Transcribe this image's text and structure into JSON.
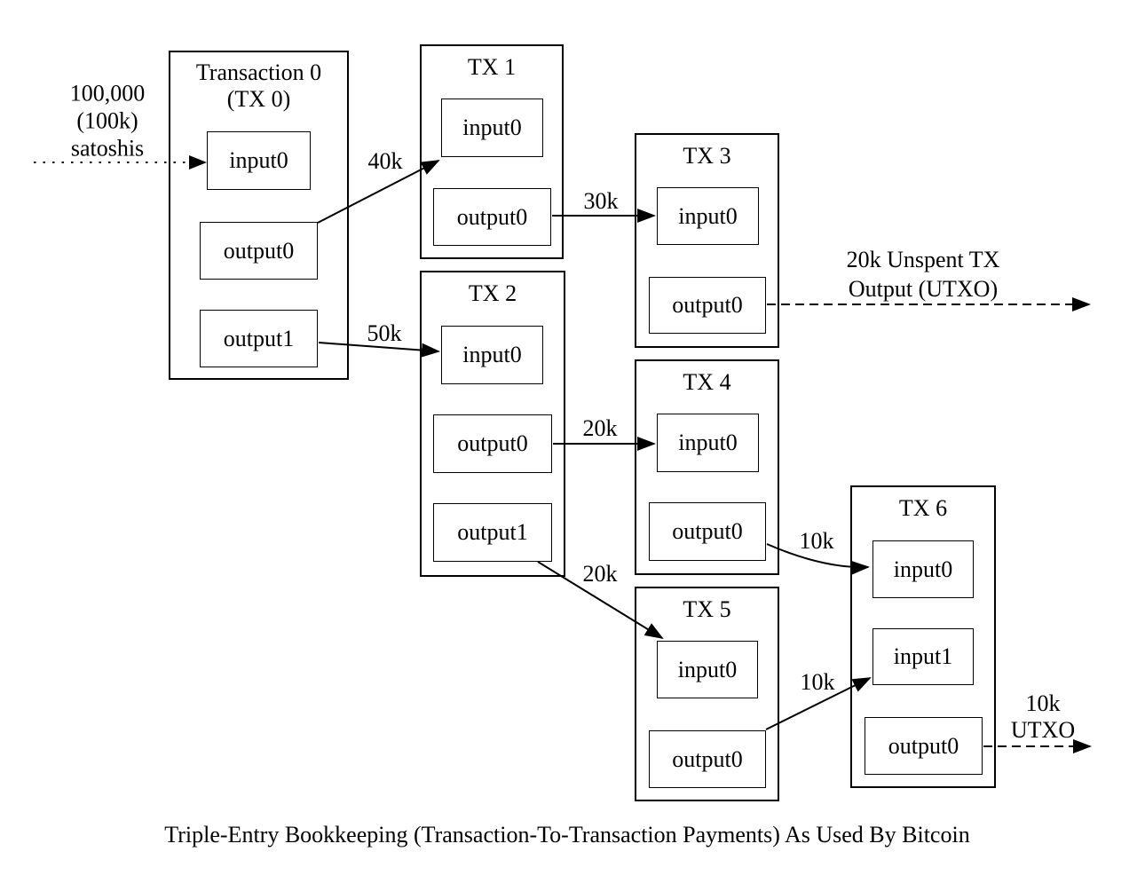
{
  "diagram": {
    "source": {
      "lines": [
        "100,000",
        "(100k)",
        "satoshis"
      ]
    },
    "transactions": [
      {
        "title_lines": [
          "Transaction 0",
          "(TX 0)"
        ],
        "ports": [
          "input0",
          "output0",
          "output1"
        ]
      },
      {
        "title_lines": [
          "TX 1"
        ],
        "ports": [
          "input0",
          "output0"
        ]
      },
      {
        "title_lines": [
          "TX 2"
        ],
        "ports": [
          "input0",
          "output0",
          "output1"
        ]
      },
      {
        "title_lines": [
          "TX 3"
        ],
        "ports": [
          "input0",
          "output0"
        ]
      },
      {
        "title_lines": [
          "TX 4"
        ],
        "ports": [
          "input0",
          "output0"
        ]
      },
      {
        "title_lines": [
          "TX 5"
        ],
        "ports": [
          "input0",
          "output0"
        ]
      },
      {
        "title_lines": [
          "TX 6"
        ],
        "ports": [
          "input0",
          "input1",
          "output0"
        ]
      }
    ],
    "flow_labels": {
      "tx0_to_tx1": "40k",
      "tx0_to_tx2": "50k",
      "tx1_to_tx3": "30k",
      "tx2_to_tx4": "20k",
      "tx2_to_tx5": "20k",
      "tx4_to_tx6": "10k",
      "tx5_to_tx6": "10k"
    },
    "utxo_20k": {
      "lines": [
        "20k Unspent TX",
        "Output (UTXO)"
      ]
    },
    "utxo_10k": {
      "lines": [
        "10k",
        "UTXO"
      ]
    },
    "caption": "Triple-Entry Bookkeeping (Transaction-To-Transaction Payments) As Used By Bitcoin"
  }
}
